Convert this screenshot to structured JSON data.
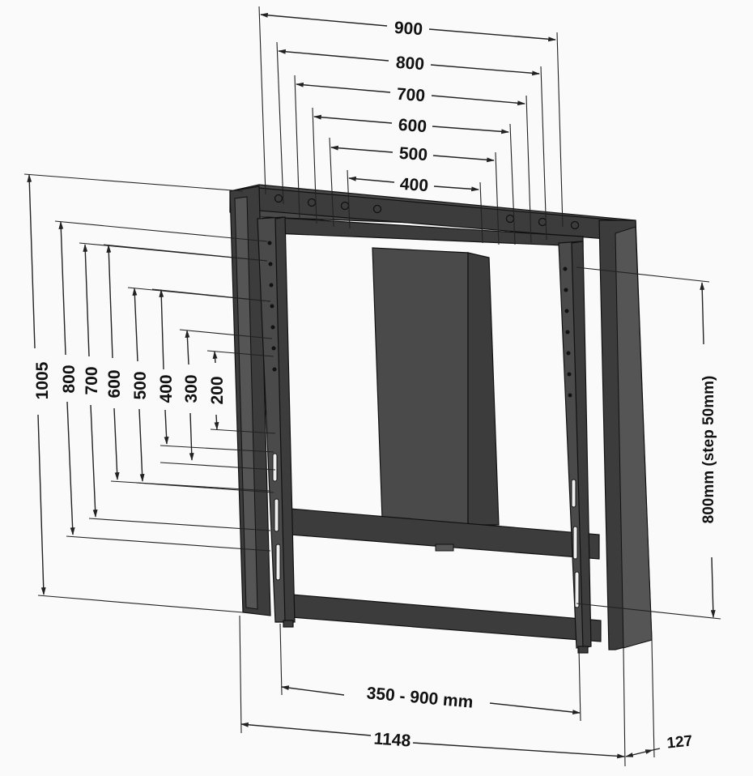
{
  "drawing": {
    "subject": "motorized TV wall mount frame",
    "units": "mm",
    "background_color": "#fafafa",
    "frame_color": "#3c3c3c"
  },
  "dimensions": {
    "vesa_horizontal": [
      "900",
      "800",
      "700",
      "600",
      "500",
      "400"
    ],
    "vesa_vertical": [
      "1005",
      "800",
      "700",
      "600",
      "500",
      "400",
      "300",
      "200"
    ],
    "vertical_range": "800mm (step 50mm)",
    "arm_spacing": "350 - 900 mm",
    "overall_width": "1148",
    "depth": "127"
  }
}
